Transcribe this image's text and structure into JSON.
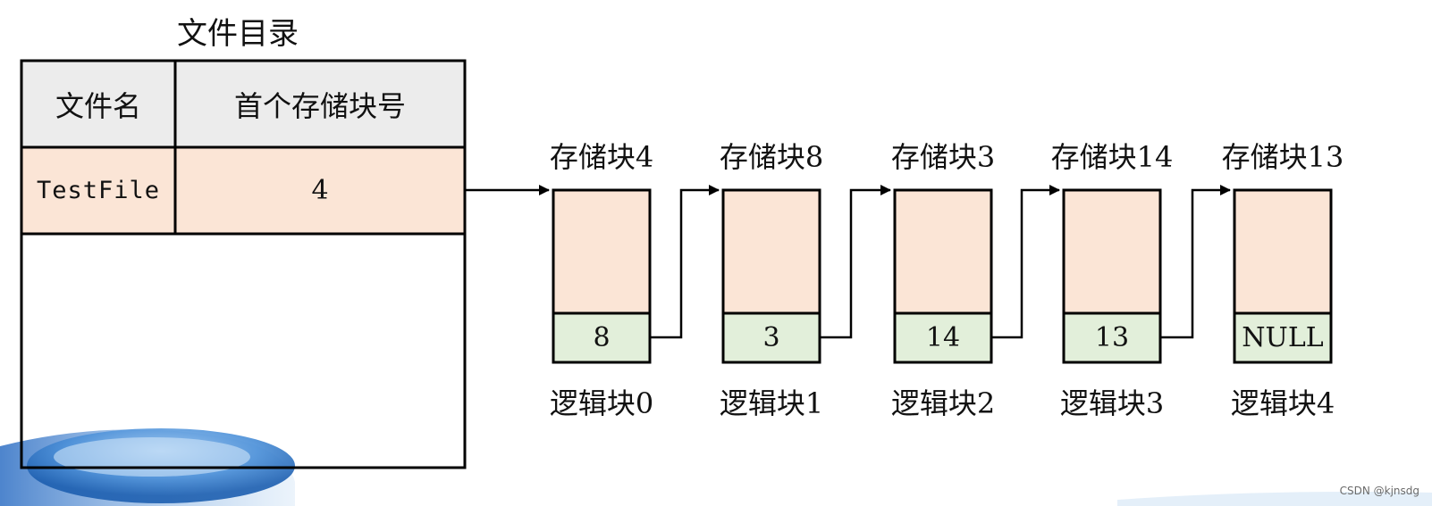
{
  "directory": {
    "title": "文件目录",
    "headers": [
      "文件名",
      "首个存储块号"
    ],
    "rows": [
      {
        "filename": "TestFile",
        "first_block": "4"
      }
    ]
  },
  "chain": {
    "blocks": [
      {
        "storage_label": "存储块4",
        "next": "8",
        "logical_label": "逻辑块0"
      },
      {
        "storage_label": "存储块8",
        "next": "3",
        "logical_label": "逻辑块1"
      },
      {
        "storage_label": "存储块3",
        "next": "14",
        "logical_label": "逻辑块2"
      },
      {
        "storage_label": "存储块14",
        "next": "13",
        "logical_label": "逻辑块3"
      },
      {
        "storage_label": "存储块13",
        "next": "NULL",
        "logical_label": "逻辑块4"
      }
    ]
  },
  "colors": {
    "data_fill": "#fbe5d6",
    "pointer_fill": "#e2efda",
    "header_fill": "#ececec",
    "line": "#000000"
  },
  "watermark": "CSDN @kjnsdg"
}
